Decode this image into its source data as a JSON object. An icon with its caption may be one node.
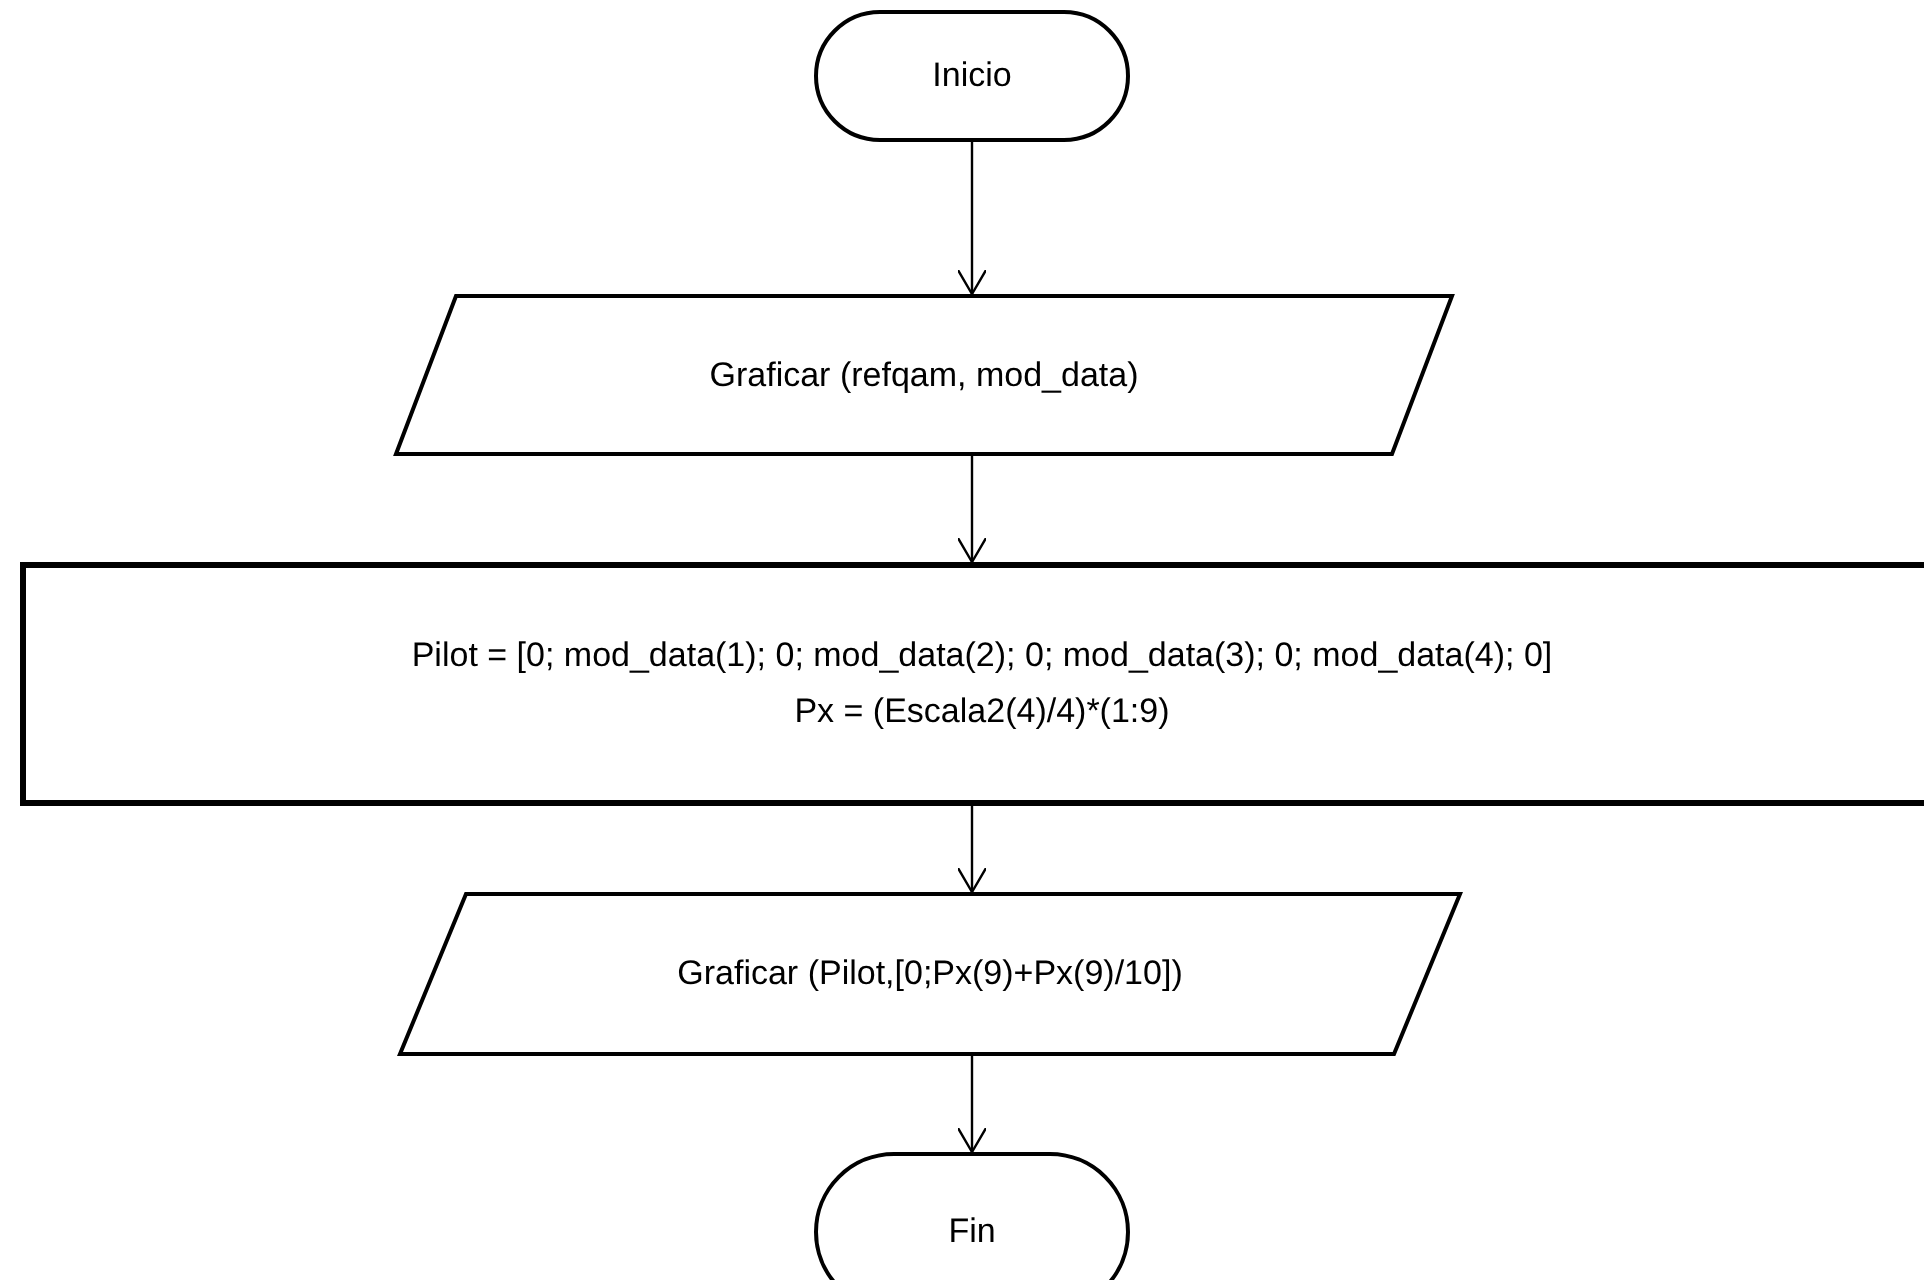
{
  "diagram": {
    "nodes": [
      {
        "text": [
          "Inicio"
        ]
      },
      {
        "text": [
          "Graficar (refqam, mod_data)"
        ]
      },
      {
        "text": [
          "Pilot = [0; mod_data(1); 0; mod_data(2); 0; mod_data(3); 0; mod_data(4); 0]",
          "Px = (Escala2(4)/4)*(1:9)"
        ]
      },
      {
        "text": [
          "Graficar (Pilot,[0;Px(9)+Px(9)/10])"
        ]
      },
      {
        "text": [
          "Fin"
        ]
      }
    ],
    "edges": [
      {
        "from": 0,
        "to": 1,
        "arrow": "to"
      },
      {
        "from": 1,
        "to": 2,
        "arrow": "to"
      },
      {
        "from": 2,
        "to": 3,
        "arrow": "to"
      },
      {
        "from": 3,
        "to": 4,
        "arrow": "to"
      }
    ]
  }
}
